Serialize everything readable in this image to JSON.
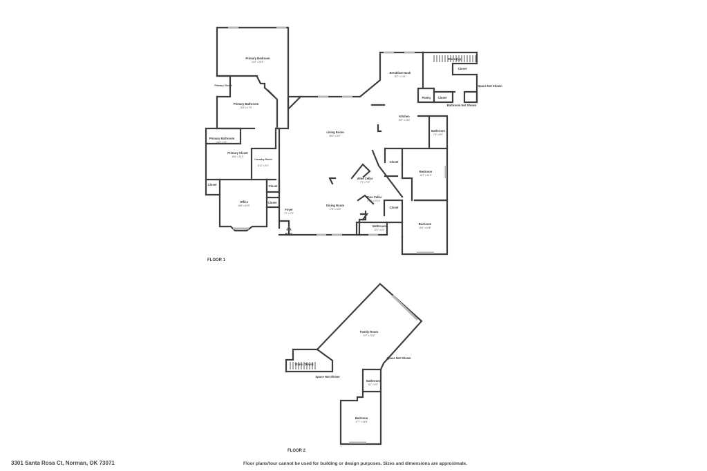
{
  "floors": [
    {
      "label": "FLOOR 1"
    },
    {
      "label": "FLOOR 2"
    }
  ],
  "rooms": {
    "primary_bedroom": {
      "name": "Primary Bedroom",
      "dim": "20'0\" x 28'9\""
    },
    "primary_closet_small": {
      "name": "Primary Closet",
      "dim": ""
    },
    "primary_bathroom": {
      "name": "Primary Bathroom",
      "dim": "16'3\" x 17'5\""
    },
    "primary_bathroom_2": {
      "name": "Primary Bathroom",
      "dim": "10'0\" x 5'1\""
    },
    "primary_closet": {
      "name": "Primary Closet",
      "dim": "18'4\" x 16'3\""
    },
    "laundry": {
      "name": "Laundry Room",
      "dim": "8'11\" x 9'4\""
    },
    "closet_office_left": {
      "name": "Closet",
      "dim": ""
    },
    "closet_office_right": {
      "name": "Closet",
      "dim": ""
    },
    "closet_foyer": {
      "name": "Closet",
      "dim": ""
    },
    "office": {
      "name": "Office",
      "dim": "16'8\" x 15'9\""
    },
    "foyer": {
      "name": "Foyer",
      "dim": "7'0\" x 7'5\""
    },
    "entry": {
      "name": "Entry",
      "dim": ""
    },
    "living_room": {
      "name": "Living Room",
      "dim": "28'6\" x 26'7\""
    },
    "dining_room": {
      "name": "Dining Room",
      "dim": "17'8\" x 16'9\""
    },
    "wine_cellar_1": {
      "name": "Wine Cellar",
      "dim": "7'1\" x 7'6\""
    },
    "wine_cellar_2": {
      "name": "Wine Cellar",
      "dim": "5'10\" x 10'10\""
    },
    "breakfast_nook": {
      "name": "Breakfast Nook",
      "dim": "18'7\" x 13'1\""
    },
    "kitchen": {
      "name": "Kitchen",
      "dim": "19'9\" x 15'6\""
    },
    "pantry": {
      "name": "Pantry",
      "dim": ""
    },
    "closet_kitchen": {
      "name": "Closet",
      "dim": ""
    },
    "stairs_up": {
      "name": "Stairs (Up)",
      "dim": ""
    },
    "closet_stairs": {
      "name": "Closet",
      "dim": ""
    },
    "space_not_shown_1": {
      "name": "Space Not Shown",
      "dim": ""
    },
    "bathroom_not_shown": {
      "name": "Bathroom Not Shown",
      "dim": ""
    },
    "bathroom_right": {
      "name": "Bathroom",
      "dim": "7'3\" x 8'9\""
    },
    "bedroom_right_1": {
      "name": "Bedroom",
      "dim": "16'7\" x 14'3\""
    },
    "closet_right_1": {
      "name": "Closet",
      "dim": ""
    },
    "closet_right_2": {
      "name": "Closet",
      "dim": ""
    },
    "bedroom_right_2": {
      "name": "Bedroom",
      "dim": "15'6\" x 16'8\""
    },
    "bathroom_bottom": {
      "name": "Bathroom",
      "dim": "13'1\" x 6'2\""
    },
    "family_room": {
      "name": "Family Room",
      "dim": "34'7\" x 25'0\""
    },
    "space_not_shown_2": {
      "name": "Space Not Shown",
      "dim": ""
    },
    "stairs_down": {
      "name": "Stairs (Down)",
      "dim": ""
    },
    "space_not_shown_3": {
      "name": "Space Not Shown",
      "dim": ""
    },
    "bathroom_floor2": {
      "name": "Bathroom",
      "dim": "8'1\" x 8'9\""
    },
    "bedroom_floor2": {
      "name": "Bedroom",
      "dim": "17'7\" x 16'8\""
    }
  },
  "footer": {
    "address": "3301 Santa Rosa Ct, Norman, OK 73071",
    "disclaimer": "Floor plans/tour cannot be used for building or design purposes. Sizes and dimensions are approximate."
  }
}
